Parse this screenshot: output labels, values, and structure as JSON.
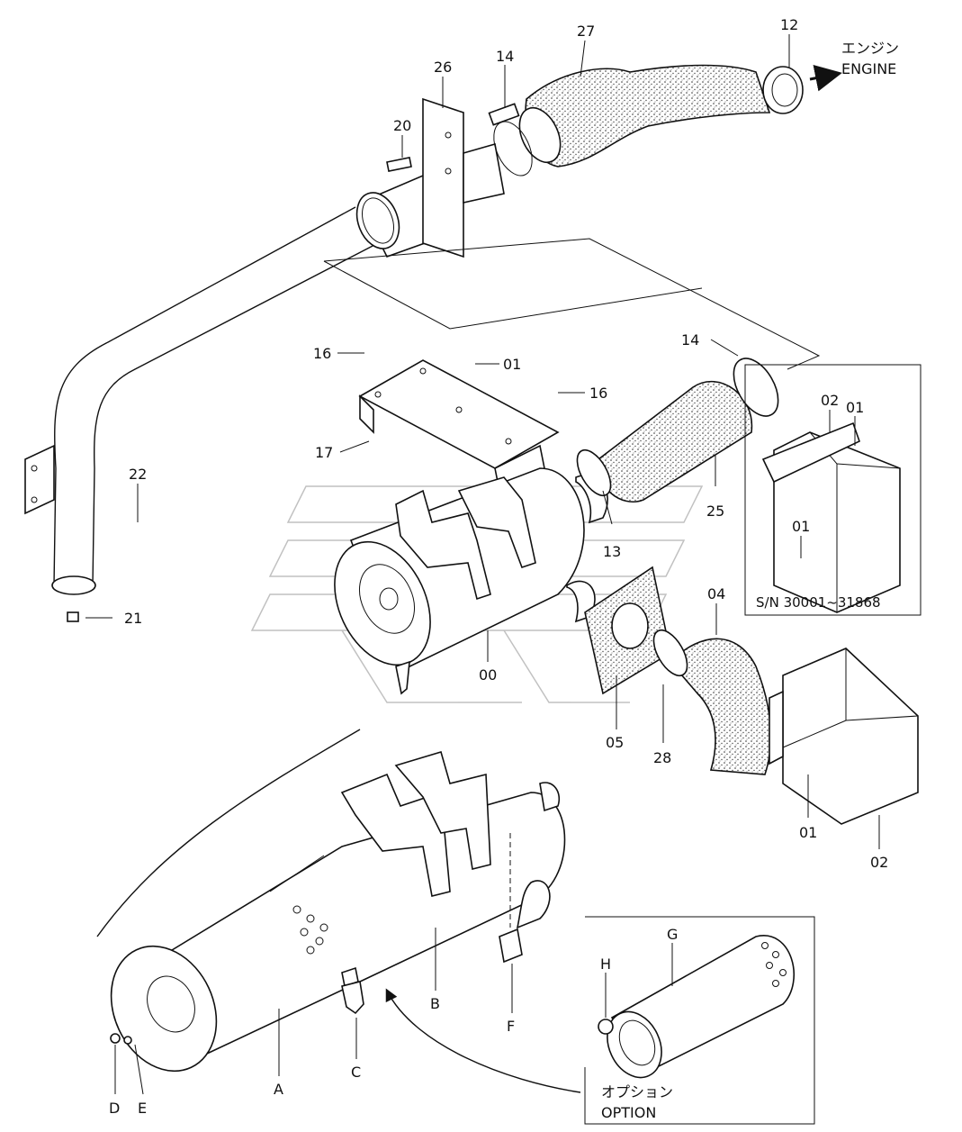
{
  "engine_label": {
    "jp": "エンジン",
    "en": "ENGINE"
  },
  "option_label": {
    "jp": "オプション",
    "en": "OPTION"
  },
  "serial_note": "S/N 30001~31868",
  "callouts": [
    {
      "id": "c-27",
      "text": "27"
    },
    {
      "id": "c-12",
      "text": "12"
    },
    {
      "id": "c-26",
      "text": "26"
    },
    {
      "id": "c-14a",
      "text": "14"
    },
    {
      "id": "c-20",
      "text": "20"
    },
    {
      "id": "c-16a",
      "text": "16"
    },
    {
      "id": "c-01a",
      "text": "01"
    },
    {
      "id": "c-16b",
      "text": "16"
    },
    {
      "id": "c-14b",
      "text": "14"
    },
    {
      "id": "c-17",
      "text": "17"
    },
    {
      "id": "c-22",
      "text": "22"
    },
    {
      "id": "c-21",
      "text": "21"
    },
    {
      "id": "c-13",
      "text": "13"
    },
    {
      "id": "c-25",
      "text": "25"
    },
    {
      "id": "c-00",
      "text": "00"
    },
    {
      "id": "c-04",
      "text": "04"
    },
    {
      "id": "c-05",
      "text": "05"
    },
    {
      "id": "c-28",
      "text": "28"
    },
    {
      "id": "c-02a",
      "text": "02"
    },
    {
      "id": "c-01b",
      "text": "01"
    },
    {
      "id": "c-01c",
      "text": "01"
    },
    {
      "id": "c-01d",
      "text": "01"
    },
    {
      "id": "c-02b",
      "text": "02"
    },
    {
      "id": "c-A",
      "text": "A"
    },
    {
      "id": "c-B",
      "text": "B"
    },
    {
      "id": "c-C",
      "text": "C"
    },
    {
      "id": "c-D",
      "text": "D"
    },
    {
      "id": "c-E",
      "text": "E"
    },
    {
      "id": "c-F",
      "text": "F"
    },
    {
      "id": "c-G",
      "text": "G"
    },
    {
      "id": "c-H",
      "text": "H"
    }
  ]
}
